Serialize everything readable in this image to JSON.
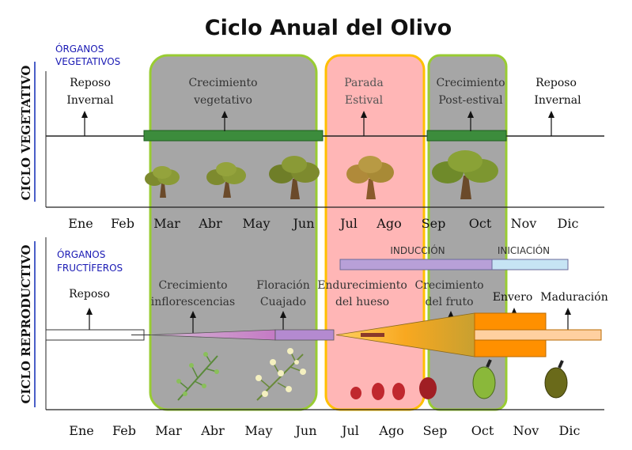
{
  "title": "Ciclo Anual del Olivo",
  "vegetative": {
    "side_label": "CICLO VEGETATIVO",
    "organs_label": [
      "ÓRGANOS",
      "VEGETATIVOS"
    ],
    "phases": [
      {
        "lines": [
          "Reposo",
          "Invernal"
        ]
      },
      {
        "lines": [
          "Crecimiento",
          "vegetativo"
        ]
      },
      {
        "lines": [
          "Parada",
          "Estival"
        ]
      },
      {
        "lines": [
          "Crecimiento",
          "Post-estival"
        ]
      },
      {
        "lines": [
          "Reposo",
          "Invernal"
        ]
      }
    ]
  },
  "reproductive": {
    "side_label": "CICLO REPRODUCTIVO",
    "organs_label": [
      "ÓRGANOS",
      "FRUCTÍFEROS"
    ],
    "induccion": "INDUCCIÓN",
    "iniciacion": "INICIACIÓN",
    "phases": [
      {
        "lines": [
          "Reposo"
        ]
      },
      {
        "lines": [
          "Crecimiento",
          "inflorescencias"
        ]
      },
      {
        "lines": [
          "Floración",
          "Cuajado"
        ]
      },
      {
        "lines": [
          "Endurecimiento",
          "del hueso"
        ]
      },
      {
        "lines": [
          "Crecimiento",
          "del fruto"
        ]
      },
      {
        "lines": [
          "Envero"
        ]
      },
      {
        "lines": [
          "Maduración"
        ]
      }
    ]
  },
  "months_top": [
    "Ene",
    "Feb",
    "Mar",
    "Abr",
    "May",
    "Jun",
    "Jul",
    "Ago",
    "Sep",
    "Oct",
    "Nov",
    "Dic"
  ],
  "months_bottom": [
    "Ene",
    "Feb",
    "Mar",
    "Abr",
    "May",
    "Jun",
    "Jul",
    "Ago",
    "Sep",
    "Oct",
    "Nov",
    "Dic"
  ],
  "colors": {
    "highlight_gray": "#a6a6a6",
    "highlight_border_green": "#99cc33",
    "highlight_pink": "#ffb6b6",
    "highlight_border_orange": "#ffc000",
    "green_bar": "#3c8c3c",
    "blue_label": "#1a1ab4",
    "induccion_bar": "#b8a0d8",
    "iniciacion_bar": "#c6e4f4",
    "orange": "#ff9000",
    "peach": "#ffd0a0"
  }
}
